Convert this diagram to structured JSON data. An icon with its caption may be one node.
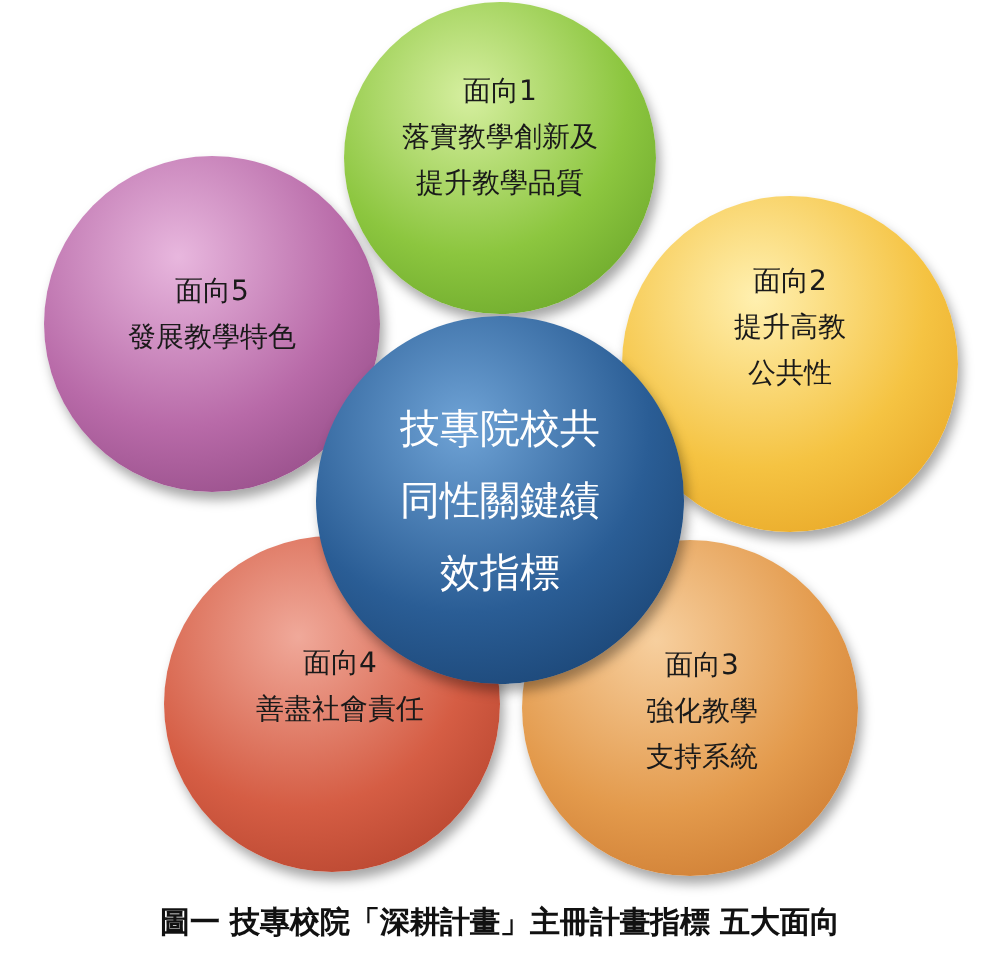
{
  "diagram": {
    "caption": "圖一 技專校院「深耕計畫」主冊計畫指標 五大面向",
    "nodes": [
      {
        "text": [
          "技專院校共同性關鍵績效指標"
        ]
      },
      {
        "text": [
          "面向1",
          "落實教學創新及提升教學品質"
        ]
      },
      {
        "text": [
          "面向2",
          "提升高教公共性"
        ]
      },
      {
        "text": [
          "面向3",
          "強化教學支持系統"
        ]
      },
      {
        "text": [
          "面向4",
          "善盡社會責任"
        ]
      },
      {
        "text": [
          "面向5",
          "發展教學特色"
        ]
      }
    ],
    "edges": []
  }
}
